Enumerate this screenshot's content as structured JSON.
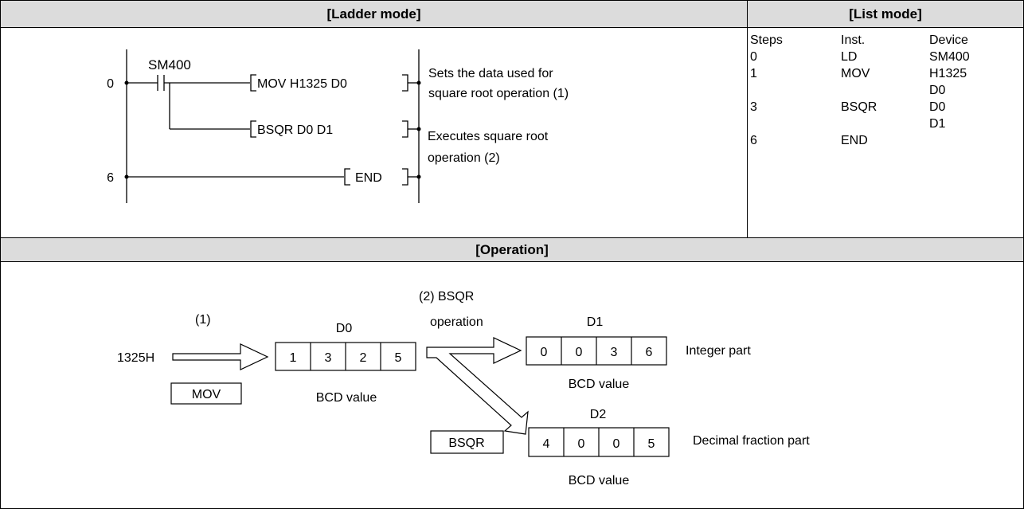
{
  "headers": {
    "ladder": "[Ladder mode]",
    "list": "[List mode]",
    "operation": "[Operation]"
  },
  "ladder": {
    "step_0": "0",
    "step_6": "6",
    "contact": "SM400",
    "instr_mov": "MOV H1325 D0",
    "instr_bsqr": "BSQR D0 D1",
    "instr_end": "END",
    "comment_1_line1": "Sets the data used for",
    "comment_1_line2": "square root operation (1)",
    "comment_2_line1": "Executes square root",
    "comment_2_line2": "operation (2)"
  },
  "list": {
    "columns": [
      "Steps",
      "Inst.",
      "Device"
    ],
    "rows": [
      {
        "step": "0",
        "inst": "LD",
        "device": "SM400"
      },
      {
        "step": "1",
        "inst": "MOV",
        "device": "H1325"
      },
      {
        "step": "",
        "inst": "",
        "device": "D0"
      },
      {
        "step": "3",
        "inst": "BSQR",
        "device": "D0"
      },
      {
        "step": "",
        "inst": "",
        "device": "D1"
      },
      {
        "step": "6",
        "inst": "END",
        "device": ""
      }
    ]
  },
  "operation": {
    "label_1": "(1)",
    "source_value": "1325H",
    "mov_box": "MOV",
    "d0_label": "D0",
    "d0_digits": [
      "1",
      "3",
      "2",
      "5"
    ],
    "d0_caption": "BCD value",
    "label_2_line1": "(2) BSQR",
    "label_2_line2": "operation",
    "d1_label": "D1",
    "d1_digits": [
      "0",
      "0",
      "3",
      "6"
    ],
    "d1_caption": "BCD value",
    "d1_note": "Integer part",
    "d2_label": "D2",
    "d2_digits": [
      "4",
      "0",
      "0",
      "5"
    ],
    "d2_caption": "BCD value",
    "d2_note": "Decimal fraction part",
    "bsqr_box": "BSQR"
  }
}
